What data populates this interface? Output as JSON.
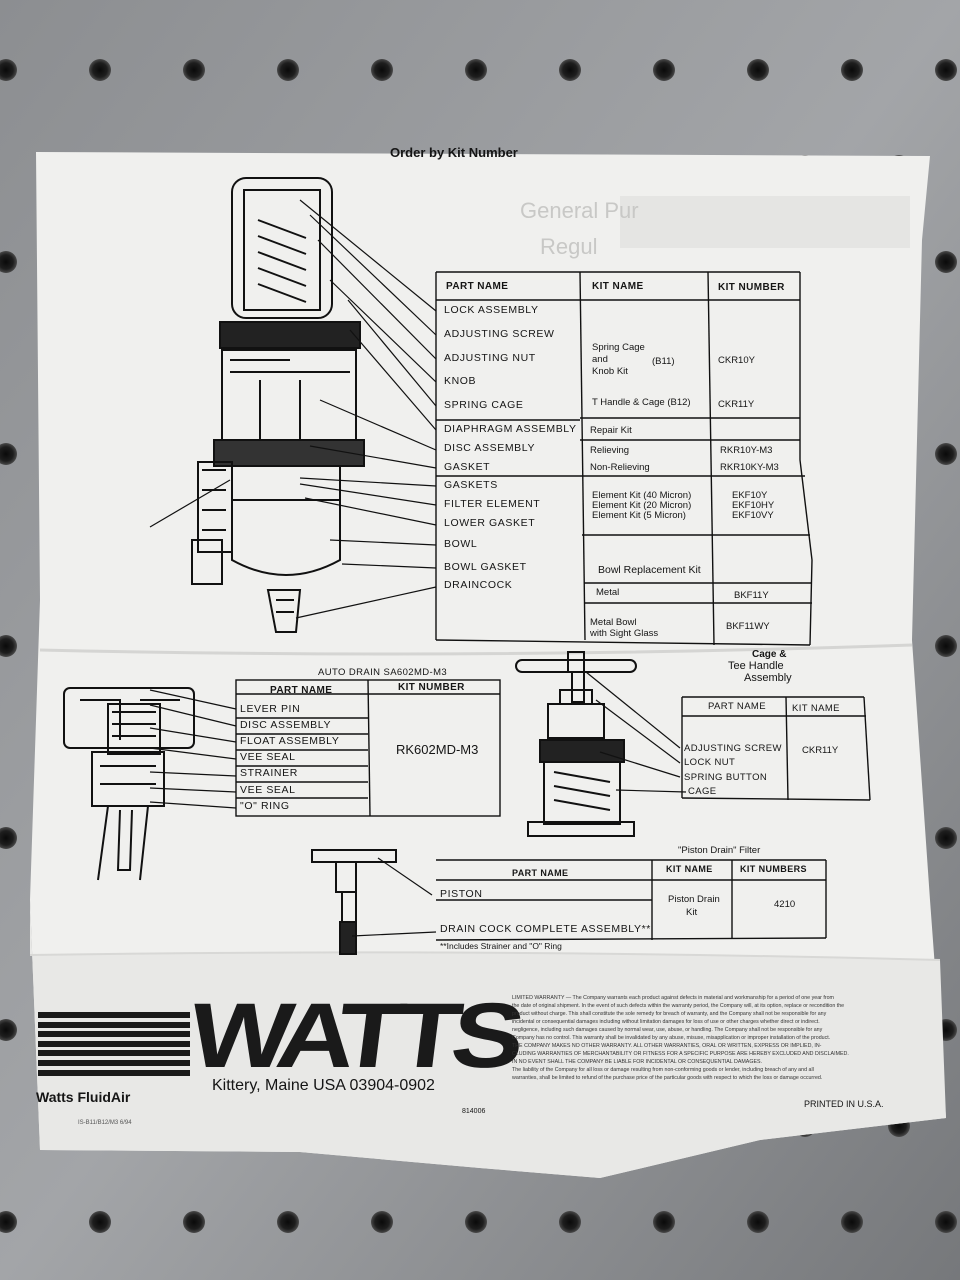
{
  "sheet": {
    "top_heading": "Order by Kit Number",
    "faded_heading_1": "General Pur",
    "faded_heading_2": "Regul"
  },
  "main_table": {
    "headers": [
      "PART NAME",
      "KIT NAME",
      "KIT NUMBER"
    ],
    "parts": [
      "LOCK ASSEMBLY",
      "ADJUSTING SCREW",
      "ADJUSTING NUT",
      "KNOB",
      "SPRING CAGE",
      "DIAPHRAGM ASSEMBLY",
      "DISC ASSEMBLY",
      "GASKET",
      "GASKETS",
      "FILTER ELEMENT",
      "LOWER GASKET",
      "BOWL",
      "BOWL GASKET",
      "DRAINCOCK"
    ],
    "kits": {
      "spring_cage_1": "Spring Cage",
      "spring_cage_2": "and",
      "spring_cage_3": "Knob Kit",
      "spring_cage_b11": "(B11)",
      "spring_cage_number": "CKR10Y",
      "t_handle": "T Handle & Cage (B12)",
      "t_handle_number": "CKR11Y",
      "repair": "Repair Kit",
      "relieving": "Relieving",
      "relieving_number": "RKR10Y-M3",
      "non_relieving": "Non-Relieving",
      "non_relieving_number": "RKR10KY-M3",
      "element_40": "Element Kit (40 Micron)",
      "element_20": "Element Kit (20 Micron)",
      "element_5": "Element Kit (5 Micron)",
      "element_40_number": "EKF10Y",
      "element_20_number": "EKF10HY",
      "element_5_number": "EKF10VY",
      "bowl_replacement": "Bowl Replacement Kit",
      "metal": "Metal",
      "metal_number": "BKF11Y",
      "metal_bowl_1": "Metal Bowl",
      "metal_bowl_2": "with Sight Glass",
      "metal_bowl_number": "BKF11WY"
    }
  },
  "auto_drain": {
    "title": "AUTO DRAIN SA602MD-M3",
    "headers": [
      "PART NAME",
      "KIT NUMBER"
    ],
    "parts": [
      "LEVER PIN",
      "DISC ASSEMBLY",
      "FLOAT ASSEMBLY",
      "VEE SEAL",
      "STRAINER",
      "VEE SEAL",
      "\"O\" RING"
    ],
    "kit_number": "RK602MD-M3"
  },
  "cage_tee": {
    "title_1": "Cage &",
    "title_2": "Tee Handle",
    "title_3": "Assembly",
    "headers": [
      "PART NAME",
      "KIT NAME"
    ],
    "parts": [
      "ADJUSTING SCREW",
      "LOCK NUT",
      "SPRING BUTTON",
      "CAGE"
    ],
    "kit": "CKR11Y"
  },
  "piston_drain": {
    "title": "\"Piston Drain\" Filter",
    "headers": [
      "PART NAME",
      "KIT NAME",
      "KIT NUMBERS"
    ],
    "parts": [
      "PISTON",
      "DRAIN COCK COMPLETE ASSEMBLY**"
    ],
    "kit_name_1": "Piston Drain",
    "kit_name_2": "Kit",
    "kit_number": "4210",
    "footnote": "**Includes Strainer and \"O\" Ring"
  },
  "footer": {
    "logo_text": "WATTS",
    "brand": "Watts FluidAir",
    "address": "Kittery, Maine USA 03904-0902",
    "doc_code": "814006",
    "printed": "PRINTED IN U.S.A.",
    "bottom_code": "IS-B11/B12/M3  6/94",
    "warranty_lines": [
      "LIMITED WARRANTY — The Company warrants each product against defects in material and workmanship for a period of one year from",
      "the date of original shipment. In the event of such defects within the warranty period, the Company will, at its option, replace or recondition the",
      "product without charge. This shall constitute the sole remedy for breach of warranty, and the Company shall not be responsible for any",
      "incidental or consequential damages including without limitation damages for loss of use or other charges whether direct or indirect.",
      "negligence, including such damages caused by normal wear, use, abuse, or handling. The Company shall not be responsible for any",
      "Company has no control. This warranty shall be invalidated by any abuse, misuse, misapplication or improper installation of the product.",
      "THE COMPANY MAKES NO OTHER WARRANTY. ALL OTHER WARRANTIES, ORAL OR WRITTEN, EXPRESS OR IMPLIED, IN-",
      "CLUDING WARRANTIES OF MERCHANTABILITY OR FITNESS FOR A SPECIFIC PURPOSE ARE HEREBY EXCLUDED AND DISCLAIMED.",
      "IN NO EVENT SHALL THE COMPANY BE LIABLE FOR INCIDENTAL OR CONSEQUENTIAL DAMAGES.",
      "The liability of the Company for all loss or damage resulting from non-conforming goods or lender, including breach of any and all",
      "warranties, shall be limited to refund of the purchase price of the particular goods with respect to which the loss or damage occurred."
    ]
  }
}
